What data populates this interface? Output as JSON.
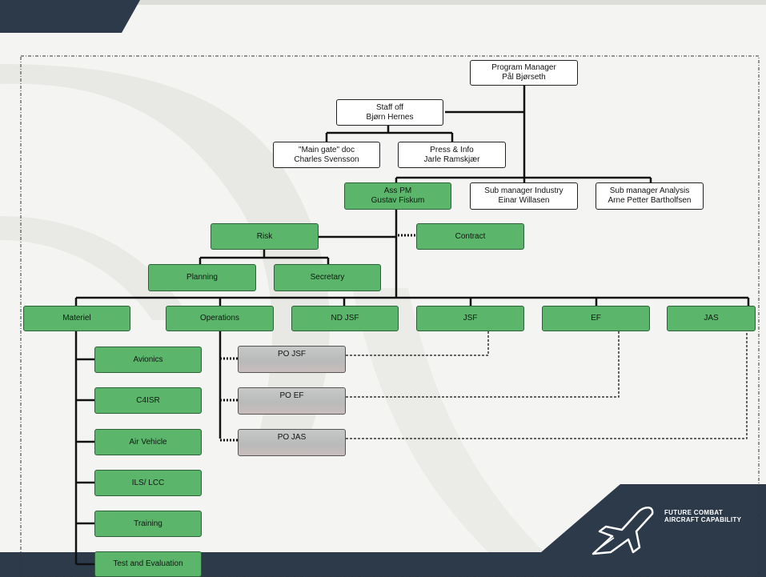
{
  "chart_data": {
    "type": "org-chart",
    "nodes": [
      {
        "id": "pm",
        "title": "Program Manager",
        "name": "Pål Bjørseth"
      },
      {
        "id": "staff",
        "title": "Staff off",
        "name": "Bjørn Hernes"
      },
      {
        "id": "maingate",
        "title": "\"Main gate\" doc",
        "name": "Charles Svensson"
      },
      {
        "id": "press",
        "title": "Press & Info",
        "name": "Jarle Ramskjær"
      },
      {
        "id": "asspm",
        "title": "Ass PM",
        "name": "Gustav Fiskum"
      },
      {
        "id": "industry",
        "title": "Sub manager Industry",
        "name": "Einar Willasen"
      },
      {
        "id": "analysis",
        "title": "Sub manager Analysis",
        "name": "Arne Petter Bartholfsen"
      },
      {
        "id": "risk",
        "title": "Risk"
      },
      {
        "id": "contract",
        "title": "Contract"
      },
      {
        "id": "planning",
        "title": "Planning"
      },
      {
        "id": "secretary",
        "title": "Secretary"
      },
      {
        "id": "materiel",
        "title": "Materiel"
      },
      {
        "id": "operations",
        "title": "Operations"
      },
      {
        "id": "ndjsf",
        "title": "ND JSF"
      },
      {
        "id": "jsf",
        "title": "JSF"
      },
      {
        "id": "ef",
        "title": "EF"
      },
      {
        "id": "jas",
        "title": "JAS"
      },
      {
        "id": "avionics",
        "title": "Avionics"
      },
      {
        "id": "c4isr",
        "title": "C4ISR"
      },
      {
        "id": "airvehicle",
        "title": "Air Vehicle"
      },
      {
        "id": "ilslcc",
        "title": "ILS/ LCC"
      },
      {
        "id": "training",
        "title": "Training"
      },
      {
        "id": "testeval",
        "title": "Test and Evaluation"
      },
      {
        "id": "pojsf",
        "title": "PO JSF"
      },
      {
        "id": "poef",
        "title": "PO EF"
      },
      {
        "id": "pojas",
        "title": "PO JAS"
      }
    ],
    "edges": [
      {
        "from": "pm",
        "to": "staff",
        "style": "solid"
      },
      {
        "from": "staff",
        "to": "maingate",
        "style": "solid"
      },
      {
        "from": "staff",
        "to": "press",
        "style": "solid"
      },
      {
        "from": "pm",
        "to": "asspm",
        "style": "solid"
      },
      {
        "from": "pm",
        "to": "industry",
        "style": "solid"
      },
      {
        "from": "pm",
        "to": "analysis",
        "style": "solid"
      },
      {
        "from": "asspm",
        "to": "risk",
        "style": "solid"
      },
      {
        "from": "asspm",
        "to": "contract",
        "style": "dotted"
      },
      {
        "from": "risk",
        "to": "planning",
        "style": "solid"
      },
      {
        "from": "risk",
        "to": "secretary",
        "style": "solid"
      },
      {
        "from": "asspm",
        "to": "materiel",
        "style": "solid"
      },
      {
        "from": "asspm",
        "to": "operations",
        "style": "solid"
      },
      {
        "from": "asspm",
        "to": "ndjsf",
        "style": "solid"
      },
      {
        "from": "asspm",
        "to": "jsf",
        "style": "solid"
      },
      {
        "from": "asspm",
        "to": "ef",
        "style": "solid"
      },
      {
        "from": "asspm",
        "to": "jas",
        "style": "solid"
      },
      {
        "from": "materiel",
        "to": "avionics",
        "style": "solid"
      },
      {
        "from": "materiel",
        "to": "c4isr",
        "style": "solid"
      },
      {
        "from": "materiel",
        "to": "airvehicle",
        "style": "solid"
      },
      {
        "from": "materiel",
        "to": "ilslcc",
        "style": "solid"
      },
      {
        "from": "materiel",
        "to": "training",
        "style": "solid"
      },
      {
        "from": "materiel",
        "to": "testeval",
        "style": "solid"
      },
      {
        "from": "operations",
        "to": "pojsf",
        "style": "solid"
      },
      {
        "from": "operations",
        "to": "poef",
        "style": "solid"
      },
      {
        "from": "operations",
        "to": "pojas",
        "style": "solid"
      },
      {
        "from": "jsf",
        "to": "pojsf",
        "style": "dashed"
      },
      {
        "from": "ef",
        "to": "poef",
        "style": "dashed"
      },
      {
        "from": "jas",
        "to": "pojas",
        "style": "dashed"
      }
    ]
  },
  "logo": {
    "line1": "FUTURE COMBAT",
    "line2": "AIRCRAFT CAPABILITY"
  },
  "colors": {
    "unit_box": "#5bb56b",
    "staff_box": "#ffffff",
    "program_office_box": "#bebfbf",
    "banner": "#2c3a4a"
  }
}
